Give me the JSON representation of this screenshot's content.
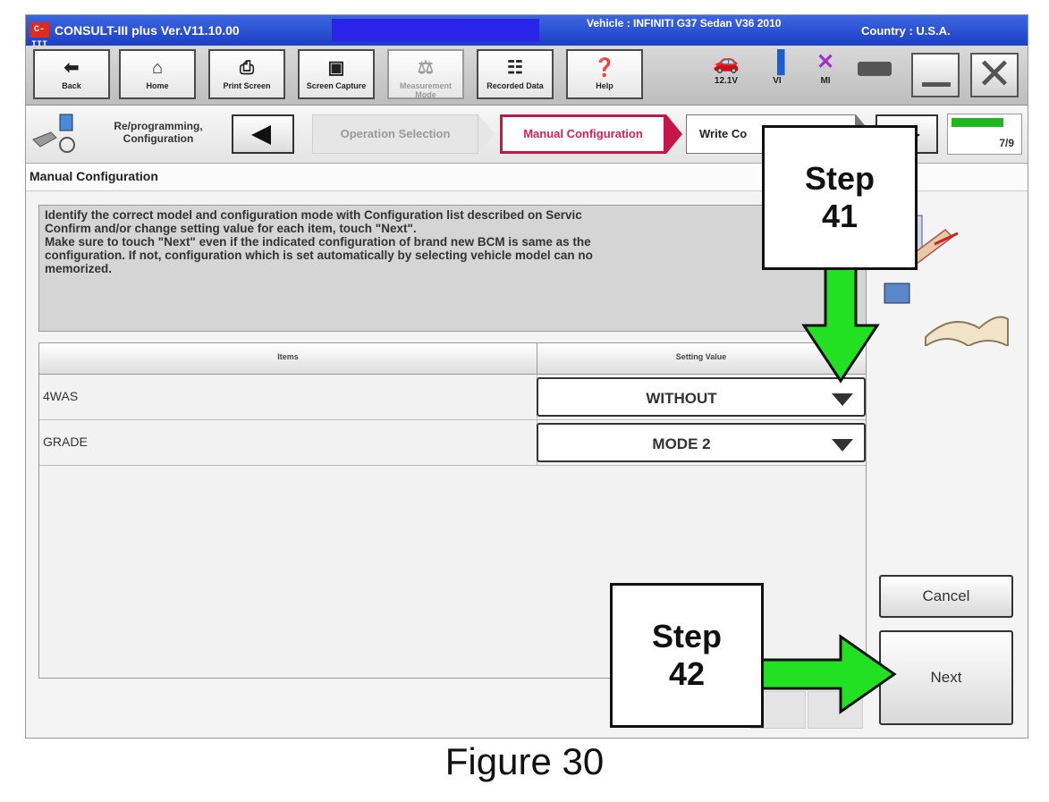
{
  "titlebar": {
    "logo": "C-III",
    "app": "CONSULT-III plus  Ver.V11.10.00",
    "vehicle": "Vehicle : INFINITI G37 Sedan V36 2010",
    "country": "Country : U.S.A."
  },
  "toolbar": {
    "buttons": [
      {
        "label": "Back",
        "icon": "back-arrow-icon"
      },
      {
        "label": "Home",
        "icon": "home-icon"
      },
      {
        "label": "Print Screen",
        "icon": "printer-icon"
      },
      {
        "label": "Screen Capture",
        "icon": "camera-icon"
      },
      {
        "label": "Measurement Mode",
        "icon": "measurement-icon"
      },
      {
        "label": "Recorded Data",
        "icon": "recorded-data-icon"
      },
      {
        "label": "Help",
        "icon": "help-icon"
      }
    ],
    "status": {
      "voltage": "12.1V",
      "vi": "VI",
      "mi": "MI"
    }
  },
  "breadcrumb": {
    "main": "Re/programming, Configuration",
    "steps": [
      "Operation Selection",
      "Manual Configuration",
      "Write Co"
    ],
    "progress": "7/9",
    "progress_fraction": 0.78
  },
  "section_title": "Manual Configuration",
  "instructions": [
    "Identify the correct model and configuration mode with Configuration list described on Servic",
    "Confirm and/or change setting value for each item, touch \"Next\".",
    "Make sure to touch \"Next\" even if the indicated configuration of brand new BCM is same as the",
    "configuration. If not, configuration which is set automatically by selecting vehicle model can no",
    "memorized."
  ],
  "table": {
    "headers": [
      "Items",
      "Setting Value"
    ],
    "rows": [
      {
        "item": "4WAS",
        "value": "WITHOUT"
      },
      {
        "item": "GRADE",
        "value": "MODE 2"
      }
    ]
  },
  "buttons": {
    "cancel": "Cancel",
    "next": "Next"
  },
  "callouts": [
    {
      "line1": "Step",
      "line2": "41"
    },
    {
      "line1": "Step",
      "line2": "42"
    }
  ],
  "caption": "Figure 30",
  "colors": {
    "arrow": "#22e022",
    "active_step": "#c7154a",
    "title_bar": "#1c3fc6"
  }
}
